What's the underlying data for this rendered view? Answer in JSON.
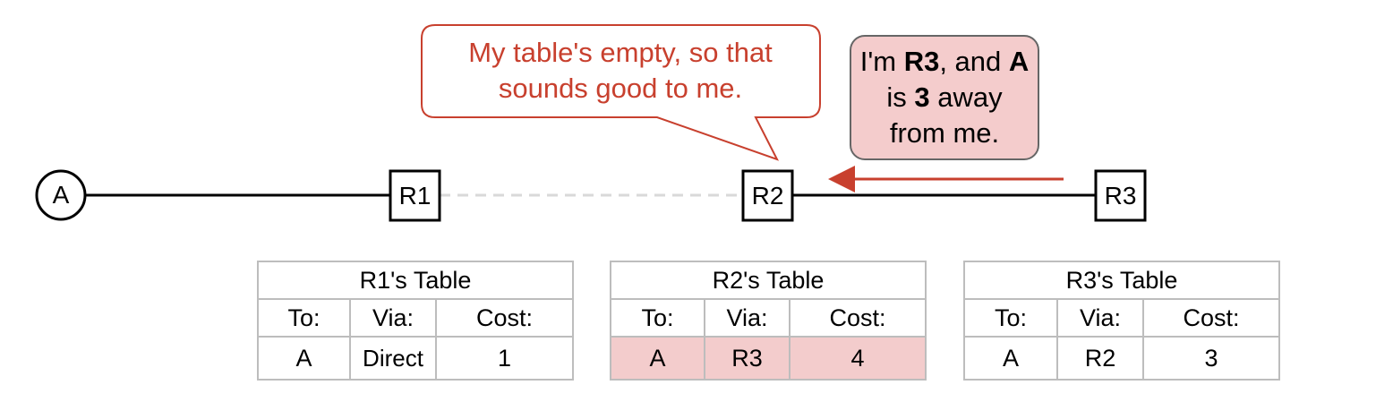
{
  "nodes": {
    "a": "A",
    "r1": "R1",
    "r2": "R2",
    "r3": "R3"
  },
  "bubbles": {
    "r2_text": "My table's empty, so that sounds good to me.",
    "r3": {
      "part1": "I'm ",
      "part2": "R3",
      "part3": ", and ",
      "part4": "A",
      "part5": " is ",
      "part6": "3",
      "part7": " away from me."
    }
  },
  "tables": [
    {
      "title": "R1's Table",
      "headers": [
        "To:",
        "Via:",
        "Cost:"
      ],
      "row": [
        "A",
        "Direct",
        "1"
      ],
      "highlighted": false
    },
    {
      "title": "R2's Table",
      "headers": [
        "To:",
        "Via:",
        "Cost:"
      ],
      "row": [
        "A",
        "R3",
        "4"
      ],
      "highlighted": true
    },
    {
      "title": "R3's Table",
      "headers": [
        "To:",
        "Via:",
        "Cost:"
      ],
      "row": [
        "A",
        "R2",
        "3"
      ],
      "highlighted": false
    }
  ],
  "colors": {
    "accent_red": "#c8402e",
    "highlight_fill": "#f3cccc",
    "bubble_fill": "#f4cccc",
    "failed_link": "#d9d9d9"
  }
}
